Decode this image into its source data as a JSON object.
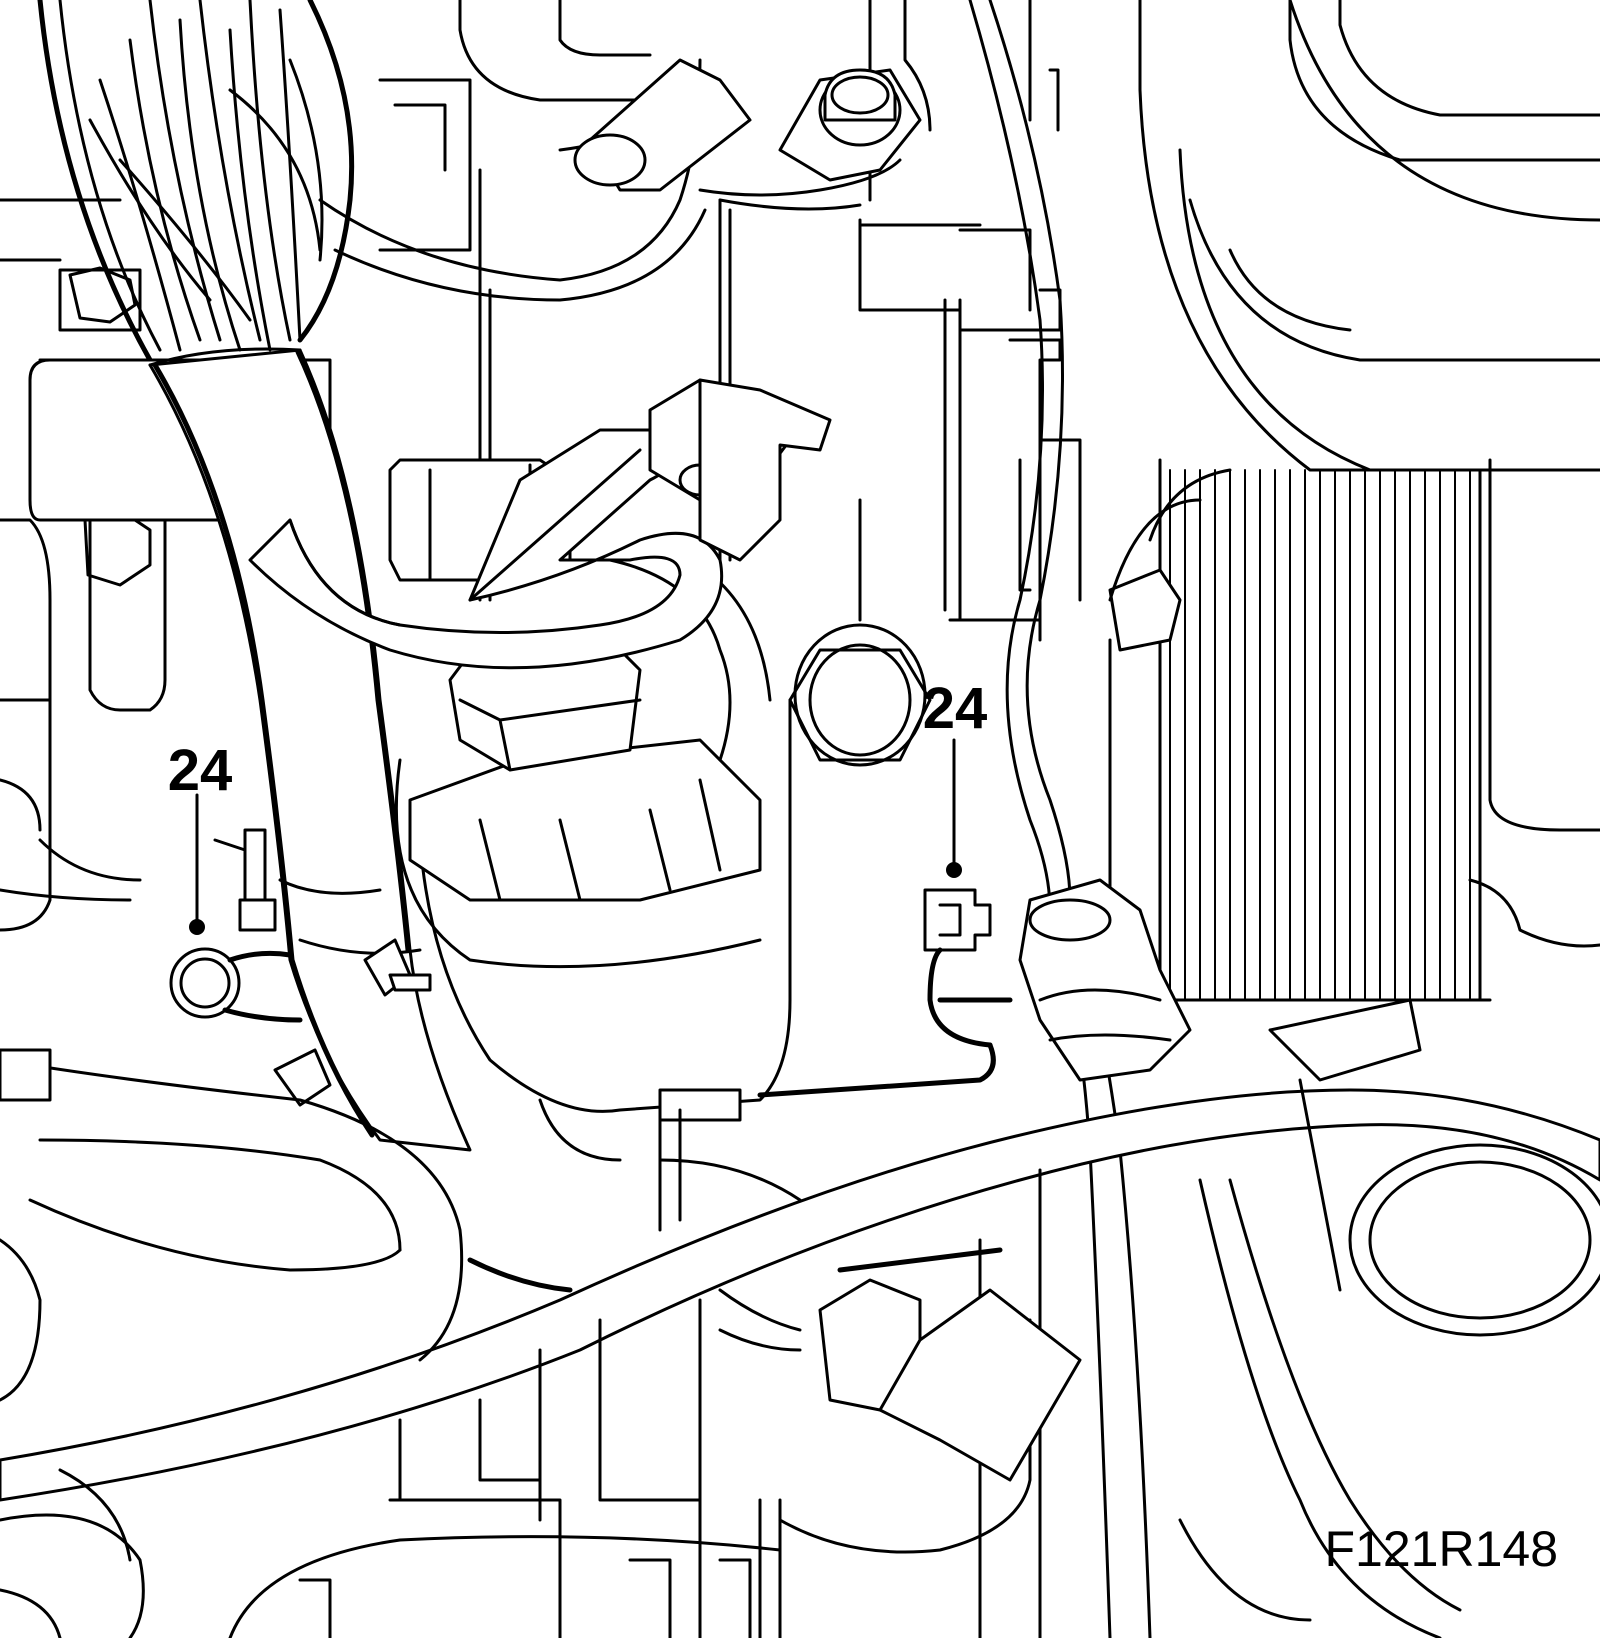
{
  "figure": {
    "callouts": [
      {
        "label": "24"
      },
      {
        "label": "24"
      }
    ],
    "figure_id": "F121R148"
  }
}
